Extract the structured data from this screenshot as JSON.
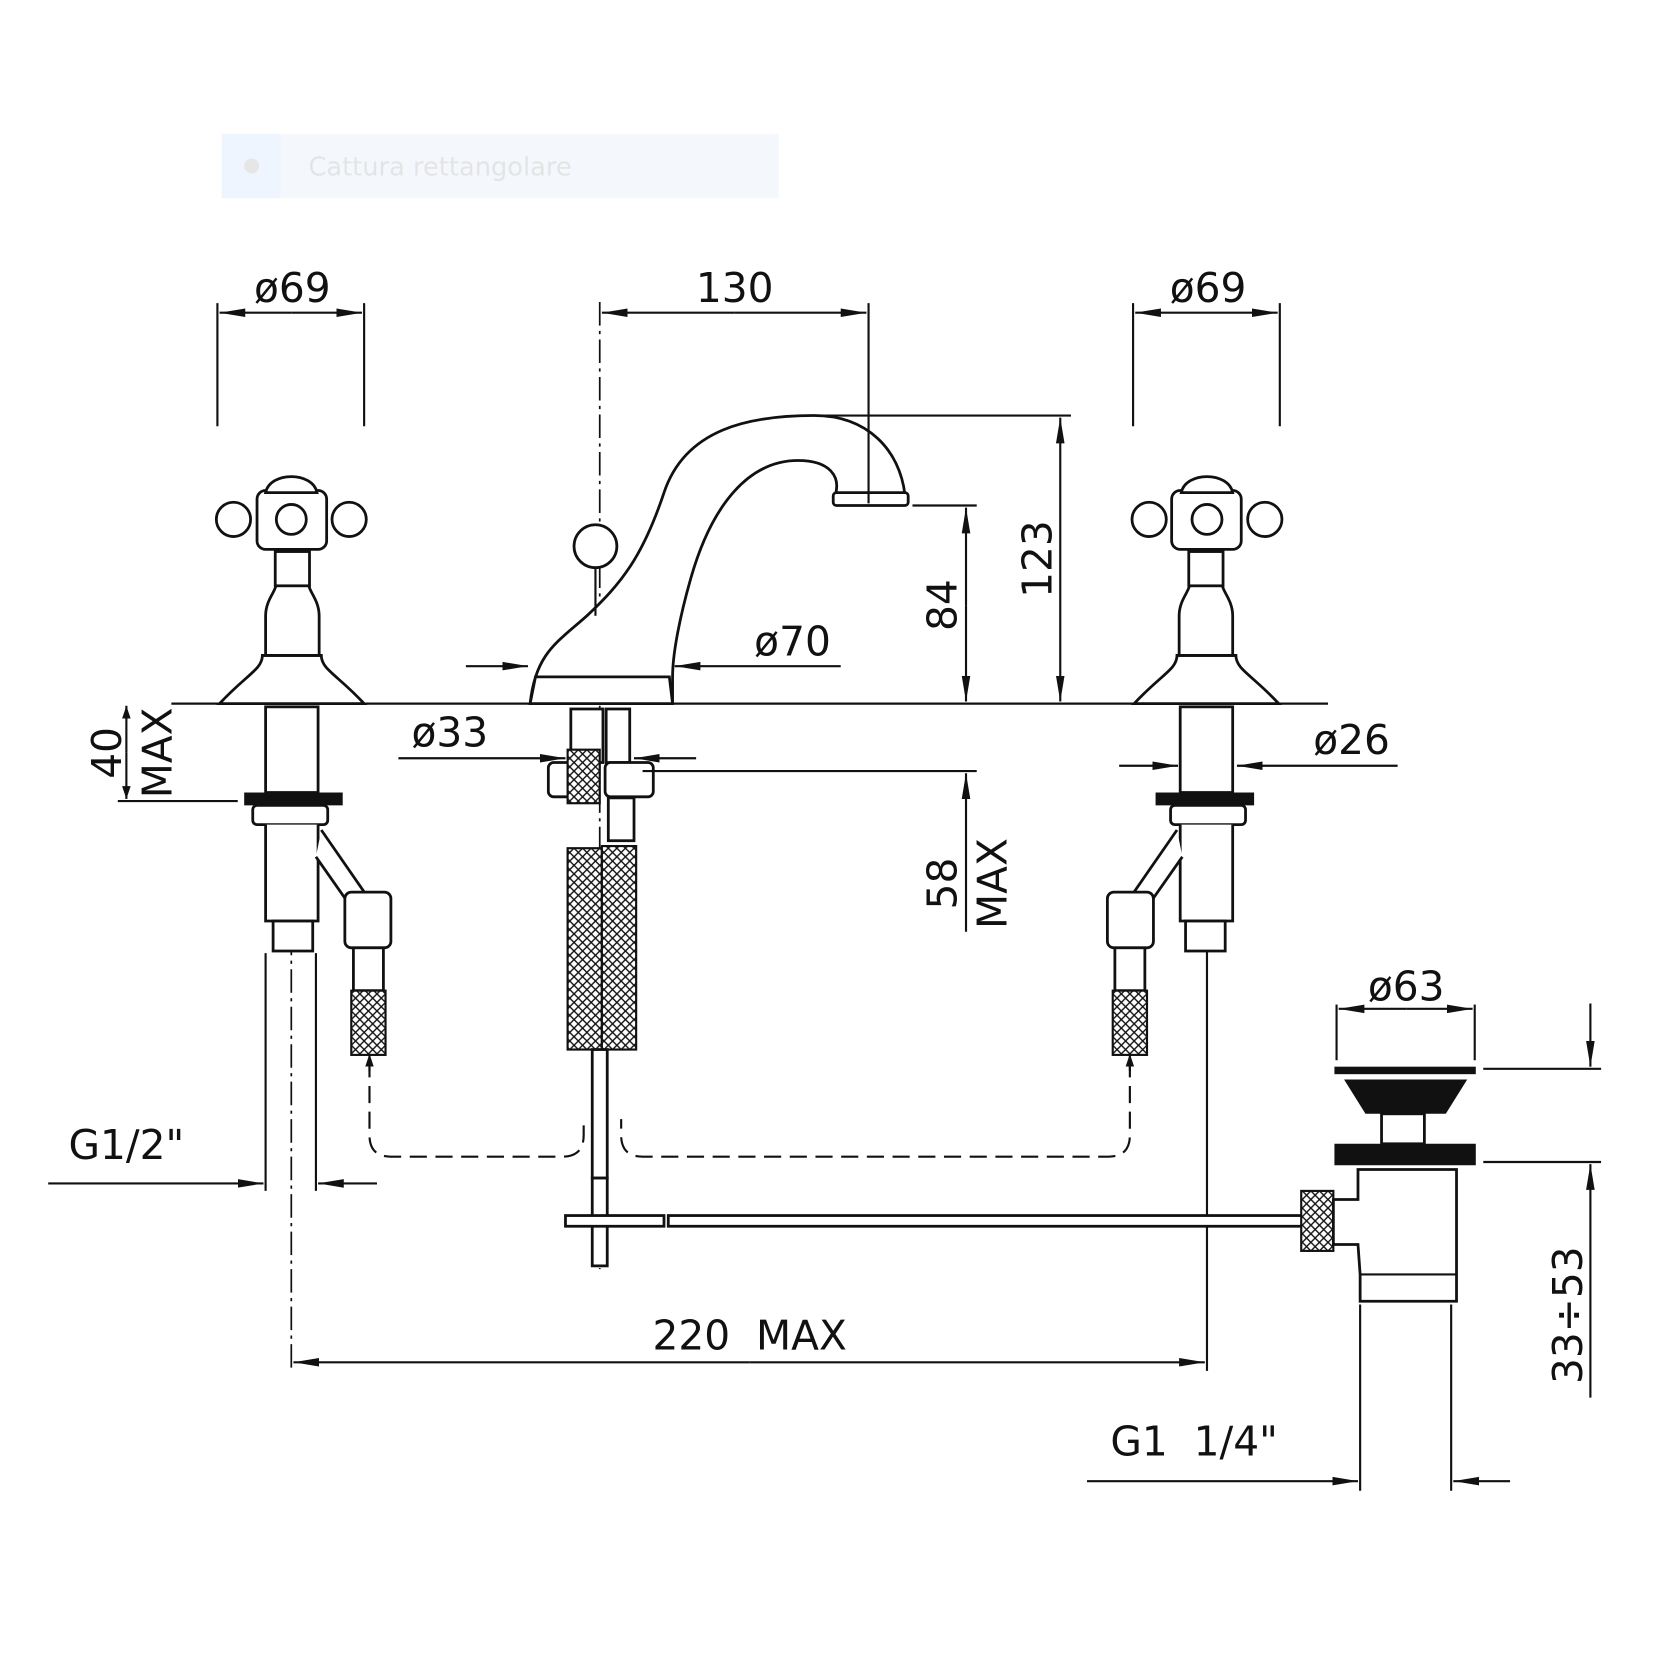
{
  "overlay": {
    "label": "Cattura rettangolare",
    "icon": "record-dot-icon"
  },
  "dimensions": {
    "left_handle_dia": "ø69",
    "spout_spacing": "130",
    "right_handle_dia": "ø69",
    "total_height": "123",
    "spout_height": "84",
    "spout_base_dia": "ø70",
    "spout_shank_dia": "ø33",
    "handle_shank_dia": "ø26",
    "deck_thickness_value": "40",
    "deck_thickness_suffix": "MAX",
    "under_deck_value": "58",
    "under_deck_suffix": "MAX",
    "inlet_thread": "G1/2\"",
    "max_spread": "220  MAX",
    "drain_dia": "ø63",
    "drain_range": "33÷53",
    "drain_thread": "G1  1/4\""
  },
  "colors": {
    "line": "#111111",
    "overlay_bg": "#f4f8fd"
  }
}
